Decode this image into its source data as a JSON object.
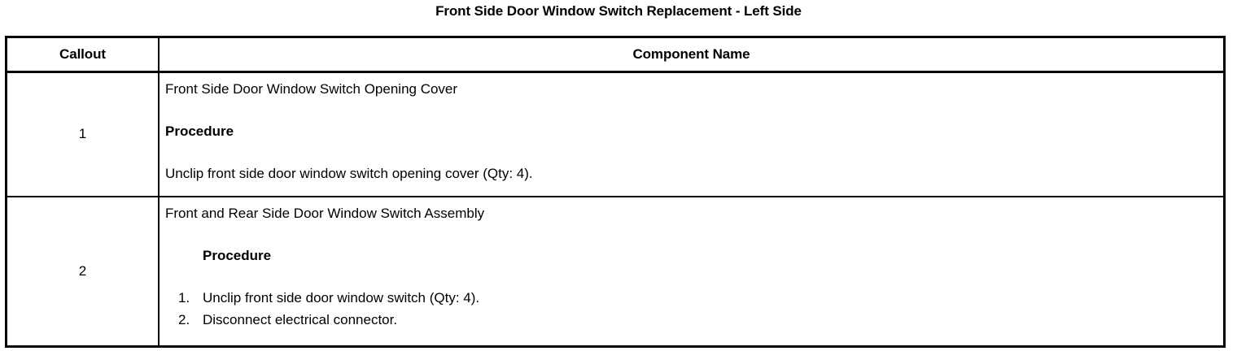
{
  "document": {
    "title": "Front Side Door Window Switch Replacement - Left Side"
  },
  "table": {
    "headers": {
      "callout": "Callout",
      "component": "Component Name"
    },
    "rows": [
      {
        "callout": "1",
        "component_name": "Front Side Door Window Switch Opening Cover",
        "procedure_label": "Procedure",
        "procedure_text": "Unclip front side door window switch opening cover (Qty: 4)."
      },
      {
        "callout": "2",
        "component_name": "Front and Rear Side Door Window Switch Assembly",
        "procedure_label": "Procedure",
        "steps": [
          {
            "num": "1.",
            "text": "Unclip front side door window switch (Qty: 4)."
          },
          {
            "num": "2.",
            "text": "Disconnect electrical connector."
          }
        ]
      }
    ]
  }
}
